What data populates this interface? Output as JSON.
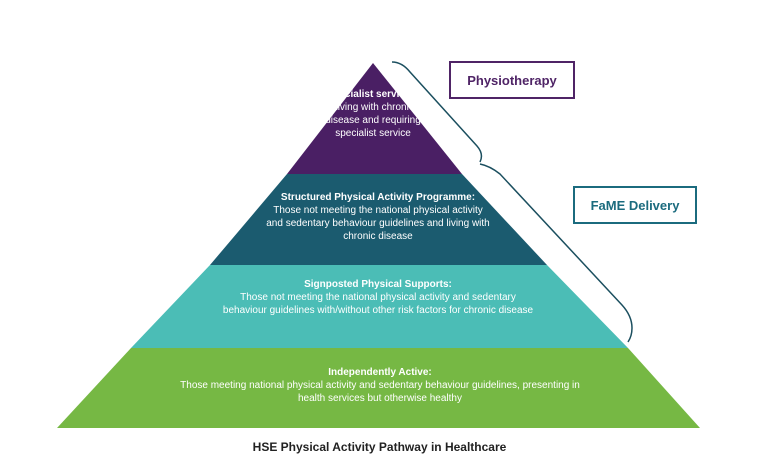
{
  "colors": {
    "tier1": "#4a1f64",
    "tier2": "#1b5b6f",
    "tier3": "#4bbdb6",
    "tier4": "#76b844",
    "callout_physio_text": "#4f2466",
    "callout_fame_text": "#1b6b7e",
    "bracket": "#1b4f5f"
  },
  "tiers": [
    {
      "title": "Specialist services:",
      "description": "Living with chronic disease and requiring specialist service"
    },
    {
      "title": "Structured Physical Activity Programme:",
      "description": "Those not meeting the national physical activity and sedentary behaviour guidelines and living with chronic disease"
    },
    {
      "title": "Signposted Physical Supports:",
      "description": "Those not meeting the national physical activity and sedentary behaviour guidelines with/without other risk factors for chronic disease"
    },
    {
      "title": "Independently Active:",
      "description": "Those meeting national physical activity and sedentary behaviour guidelines, presenting in health services but otherwise healthy"
    }
  ],
  "callouts": {
    "physiotherapy": "Physiotherapy",
    "fame": "FaME Delivery"
  },
  "caption": "HSE Physical Activity Pathway in Healthcare"
}
